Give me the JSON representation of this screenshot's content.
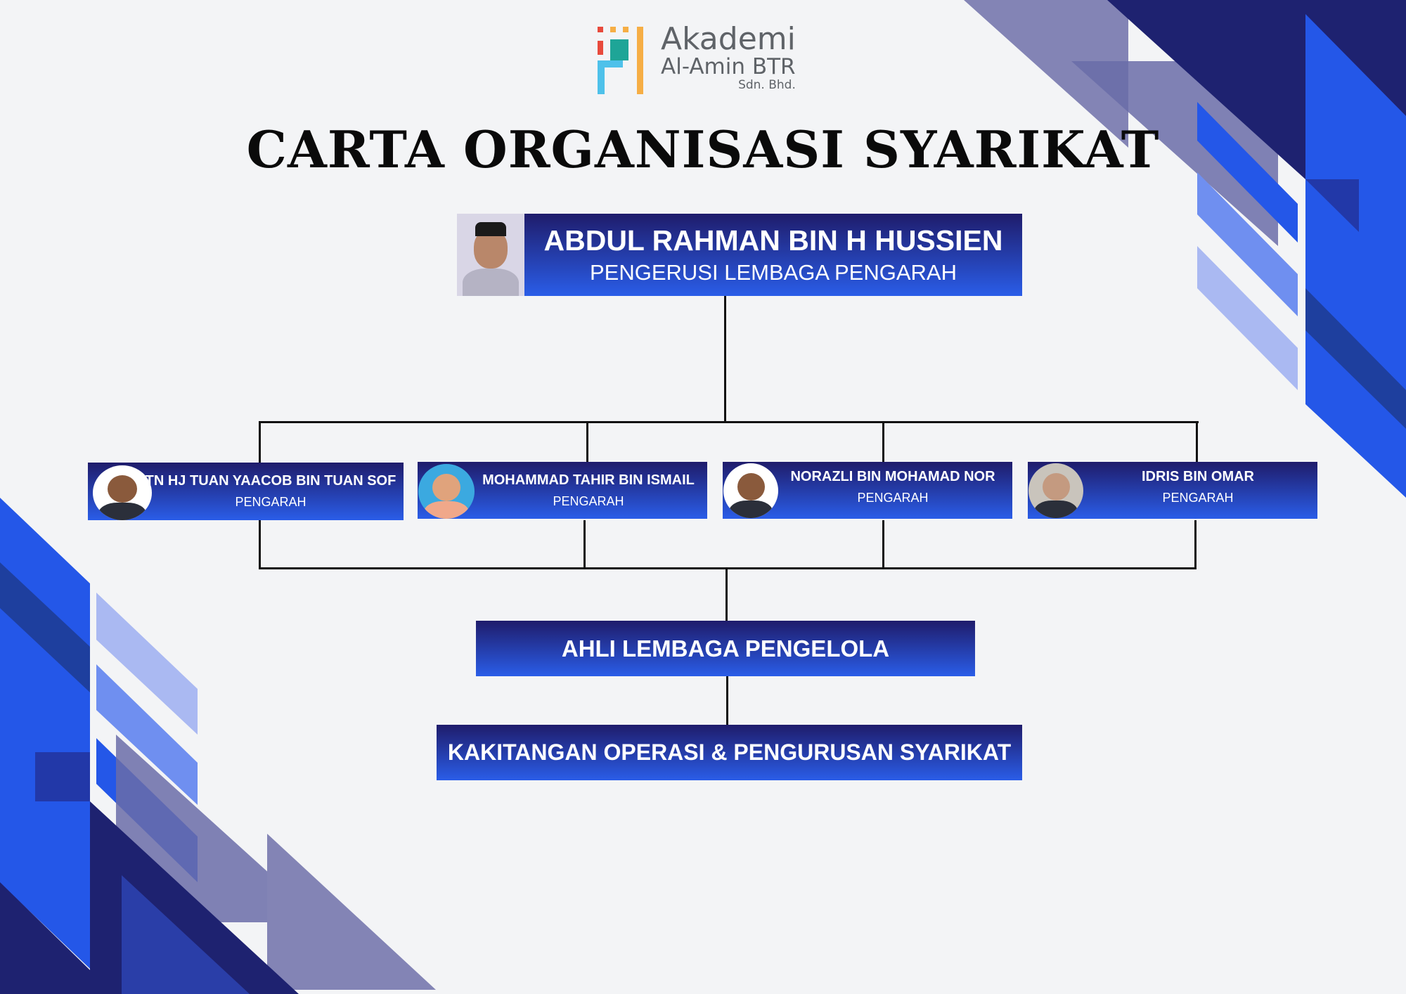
{
  "logo": {
    "line1": "Akademi",
    "line2": "Al-Amin BTR",
    "line3": "Sdn. Bhd."
  },
  "title": "CARTA ORGANISASI SYARIKAT",
  "chairman": {
    "name": "ABDUL RAHMAN BIN H HUSSIEN",
    "role": "PENGERUSI LEMBAGA PENGARAH"
  },
  "directors": [
    {
      "name": "TN HJ TUAN YAACOB BIN TUAN SOF",
      "role": "PENGARAH"
    },
    {
      "name": "MOHAMMAD TAHIR BIN ISMAIL",
      "role": "PENGARAH"
    },
    {
      "name": "NORAZLI BIN MOHAMAD NOR",
      "role": "PENGARAH"
    },
    {
      "name": "IDRIS BIN OMAR",
      "role": "PENGARAH"
    }
  ],
  "management": "AHLI LEMBAGA PENGELOLA",
  "staff": "KAKITANGAN OPERASI & PENGURUSAN SYARIKAT",
  "colors": {
    "navy": "#1f1c6b",
    "blue": "#2a5de8",
    "slate": "#7f80b4"
  }
}
